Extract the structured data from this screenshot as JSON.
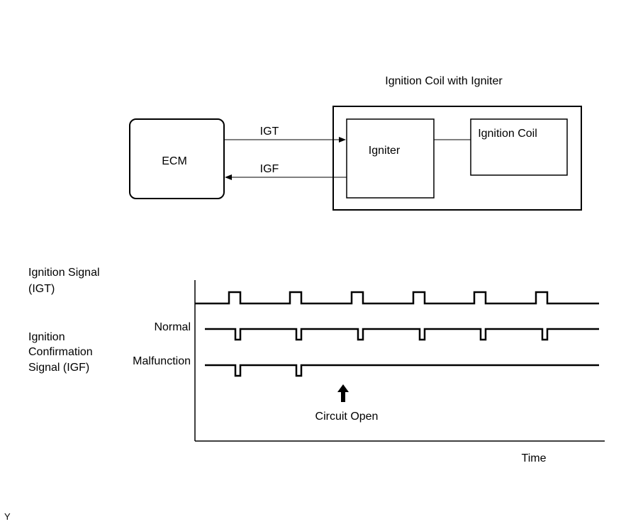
{
  "block_diagram": {
    "module_title": "Ignition Coil with Igniter",
    "ecm_label": "ECM",
    "igniter_label": "Igniter",
    "coil_label": "Ignition Coil",
    "igt_signal": "IGT",
    "igf_signal": "IGF"
  },
  "timing_diagram": {
    "igt_label_line1": "Ignition Signal",
    "igt_label_line2": "(IGT)",
    "igf_label_line1": "Ignition",
    "igf_label_line2": "Confirmation",
    "igf_label_line3": "Signal (IGF)",
    "normal_label": "Normal",
    "malfunction_label": "Malfunction",
    "circuit_open_label": "Circuit Open",
    "time_label": "Time",
    "igt_pulse_count": 6,
    "igf_normal_pulse_count": 6,
    "igf_malfunction_pulse_count": 2
  },
  "footer": {
    "mark": "Y"
  }
}
